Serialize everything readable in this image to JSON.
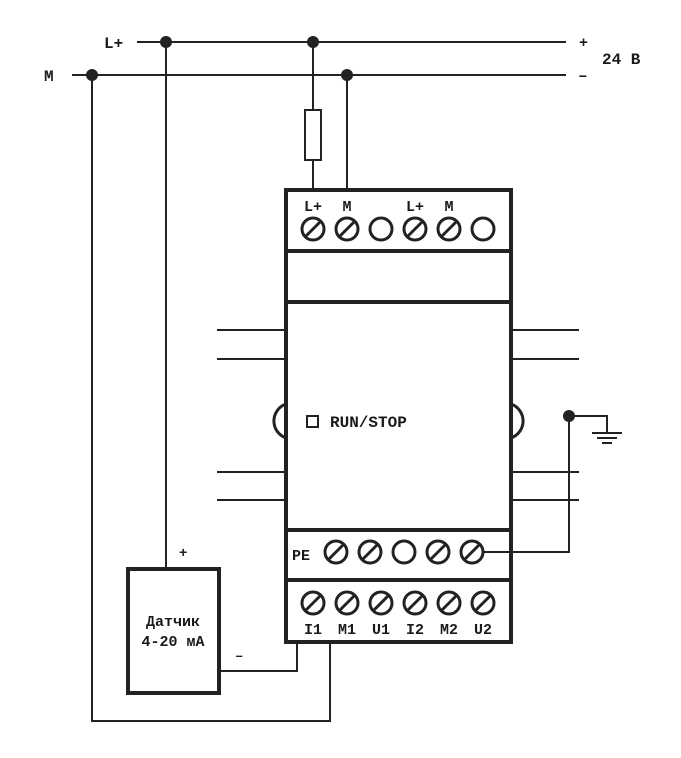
{
  "supply": {
    "lplus": "L+",
    "m": "M",
    "plus_sign": "+",
    "minus_sign": "–",
    "voltage": "24 B"
  },
  "module": {
    "top_terminals": [
      "L+",
      "M",
      "",
      "L+",
      "M",
      ""
    ],
    "run_stop": "RUN/STOP",
    "pe": "PE",
    "bottom_terminals": [
      "I1",
      "M1",
      "U1",
      "I2",
      "M2",
      "U2"
    ]
  },
  "sensor": {
    "line1": "Датчик",
    "line2": "4-20 мА",
    "plus": "+",
    "minus": "–"
  }
}
